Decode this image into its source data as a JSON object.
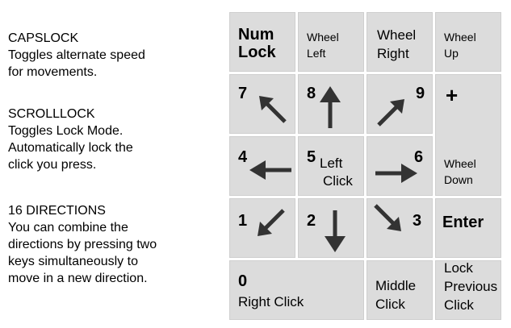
{
  "descriptions": [
    {
      "title": "CAPSLOCK",
      "lines": [
        "Toggles alternate speed",
        "for movements."
      ]
    },
    {
      "title": "SCROLLLOCK",
      "lines": [
        "Toggles Lock Mode.",
        "Automatically lock the",
        "click you press."
      ]
    },
    {
      "title": "16 DIRECTIONS",
      "lines": [
        "You can combine the",
        "directions by pressing two",
        "keys simultaneously to",
        "move in a new direction."
      ]
    }
  ],
  "keys": {
    "numlock": {
      "line1": "Num",
      "line2": "Lock"
    },
    "wheel_left": {
      "line1": "Wheel",
      "line2": "Left"
    },
    "wheel_right": {
      "line1": "Wheel",
      "line2": "Right"
    },
    "wheel_up": {
      "line1": "Wheel",
      "line2": "Up"
    },
    "k7": {
      "num": "7",
      "arrow": "up-left-arrow-icon"
    },
    "k8": {
      "num": "8",
      "arrow": "up-arrow-icon"
    },
    "k9": {
      "num": "9",
      "arrow": "up-right-arrow-icon"
    },
    "plus": {
      "label": "+"
    },
    "k4": {
      "num": "4",
      "arrow": "left-arrow-icon"
    },
    "k5": {
      "num": "5",
      "line1": "Left",
      "line2": "Click"
    },
    "k6": {
      "num": "6",
      "arrow": "right-arrow-icon"
    },
    "wheel_down": {
      "line1": "Wheel",
      "line2": "Down"
    },
    "k1": {
      "num": "1",
      "arrow": "down-left-arrow-icon"
    },
    "k2": {
      "num": "2",
      "arrow": "down-arrow-icon"
    },
    "k3": {
      "num": "3",
      "arrow": "down-right-arrow-icon"
    },
    "enter": {
      "label": "Enter"
    },
    "k0": {
      "num": "0",
      "label": "Right Click"
    },
    "middle": {
      "line1": "Middle",
      "line2": "Click"
    },
    "lock_prev": {
      "line1": "Lock",
      "line2": "Previous",
      "line3": "Click"
    }
  },
  "colors": {
    "key_bg": "#dcdcdc",
    "text": "#000000"
  }
}
